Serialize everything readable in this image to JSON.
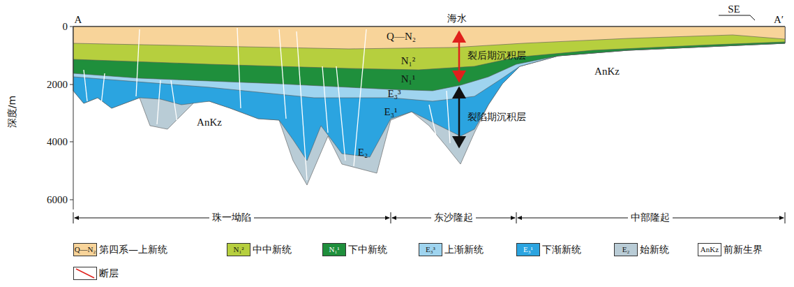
{
  "diagram": {
    "labels": [
      "A",
      "海水",
      "SE",
      "A′",
      "Q—N₂",
      "N₁²",
      "N₁¹",
      "E₃³",
      "E₃¹",
      "E₂",
      "AnKz",
      "AnKz",
      "裂后期沉积层",
      "裂陷期沉积层",
      "0",
      "2000",
      "4000",
      "6000",
      "深度/m",
      "珠一坳陷",
      "东沙隆起",
      "中部隆起",
      "Q—N₂",
      "N₁²",
      "N₁¹",
      "E₃³",
      "E₃¹",
      "E₂",
      "AnKz"
    ],
    "legend": [
      {
        "text": "第四系—上新统",
        "color": "#f8d49a"
      },
      {
        "text": "中中新统",
        "color": "#b6cf3e"
      },
      {
        "text": "下中新统",
        "color": "#1f8f3c"
      },
      {
        "text": "上渐新统",
        "color": "#9fd4ef"
      },
      {
        "text": "下渐新统",
        "color": "#2ba4e0"
      },
      {
        "text": "始新统",
        "color": "#b9ccd6"
      },
      {
        "text": "前新生界",
        "color": "#ffffff"
      },
      {
        "text": "断层"
      }
    ]
  }
}
